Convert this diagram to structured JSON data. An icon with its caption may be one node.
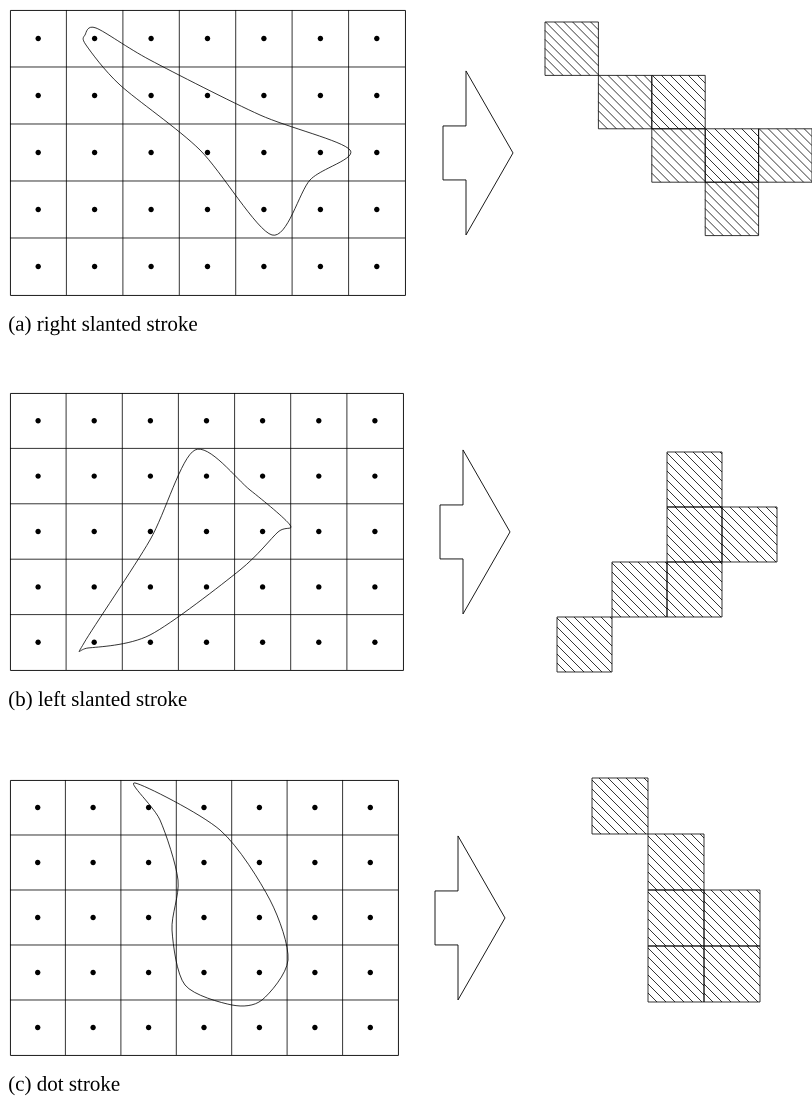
{
  "diagram": {
    "nodes": [
      {
        "text": [],
        "shape": "grid",
        "beside": [
          "(a) right slanted stroke"
        ]
      },
      {
        "text": [],
        "shape": "cells"
      },
      {
        "text": [],
        "shape": "grid",
        "beside": [
          "(b) left slanted stroke"
        ]
      },
      {
        "text": [],
        "shape": "cells"
      },
      {
        "text": [],
        "shape": "grid",
        "beside": [
          "(c) dot stroke"
        ]
      },
      {
        "text": [],
        "shape": "cells"
      }
    ],
    "edges": [
      {
        "from": 0,
        "to": 1,
        "arrow": "to"
      },
      {
        "from": 2,
        "to": 3,
        "arrow": "to"
      },
      {
        "from": 4,
        "to": 5,
        "arrow": "to"
      }
    ]
  }
}
